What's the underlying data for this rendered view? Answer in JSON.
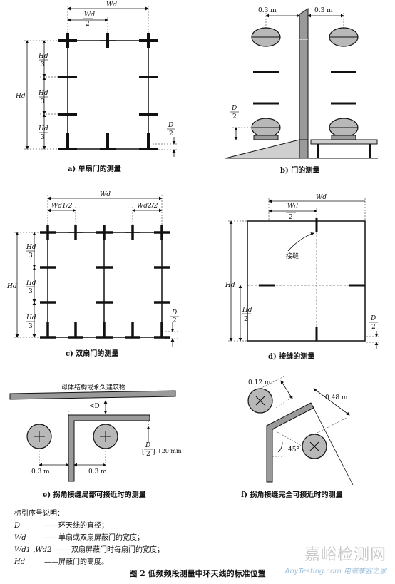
{
  "panels": {
    "a": {
      "caption": "a)  单扇门的测量",
      "wd": "Wd",
      "wd_half": "Wd",
      "half_den": "2",
      "hd": "Hd",
      "hd_third": "Hd",
      "third_den": "3",
      "d_half": "D",
      "d_den": "2"
    },
    "b": {
      "caption": "b)  门的测量",
      "dist_left": "0.3 m",
      "dist_right": "0.3 m",
      "d_half": "D",
      "d_den": "2"
    },
    "c": {
      "caption": "c)  双扇门的测量",
      "wd": "Wd",
      "wd1_half": "Wd1/2",
      "wd2_half": "Wd2/2",
      "hd": "Hd",
      "hd_third": "Hd",
      "third_den": "3",
      "d_half": "D",
      "d_den": "2"
    },
    "d": {
      "caption": "d)  接缝的测量",
      "wd": "Wd",
      "wd_half": "Wd",
      "half_den": "2",
      "seam": "接缝",
      "hd": "Hd",
      "hd_half": "Hd",
      "hd_den": "2",
      "d_half": "D",
      "d_den": "2"
    },
    "e": {
      "caption": "e)  拐角接缝局部可接近时的测量",
      "structure": "母体结构或永久建筑物",
      "lt_d": "<D",
      "dist_left": "0.3 m",
      "dist_right": "0.3 m",
      "formula": "+20 mm",
      "formula_num": "D",
      "formula_den": "2"
    },
    "f": {
      "caption": "f)  拐角接缝完全可接近时的测量",
      "dist_a": "0.12 m",
      "dist_b": "0.48 m",
      "angle": "45°"
    }
  },
  "legend": {
    "heading": "标引序号说明：",
    "items": [
      {
        "key": "D",
        "desc": "——环天线的直径；"
      },
      {
        "key": "Wd",
        "desc": "——单扇或双扇屏蔽门的宽度；"
      },
      {
        "key": "Wd1 ,Wd2",
        "desc": "——双扇屏蔽门时每扇门的宽度；"
      },
      {
        "key": "Hd",
        "desc": "——屏蔽门的高度。"
      }
    ]
  },
  "figure_title": "图 2   低频频段测量中环天线的标准位置",
  "watermark": {
    "big": "嘉峪检测网",
    "site": "AnyTesting.com",
    "site2": "电磁兼容之家"
  }
}
